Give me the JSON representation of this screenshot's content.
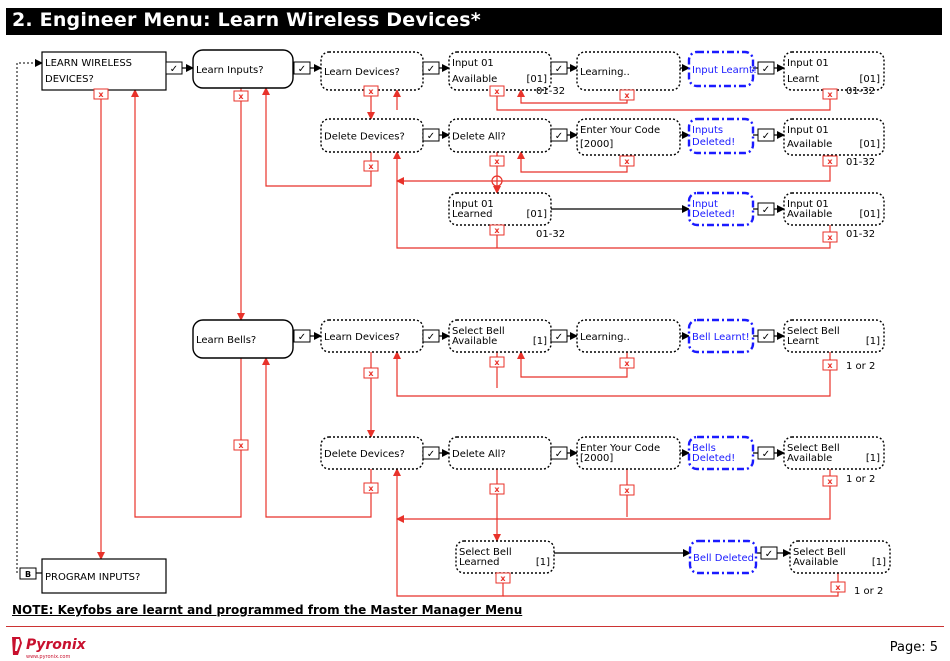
{
  "header": {
    "title": "2. Engineer Menu: Learn Wireless Devices*"
  },
  "note": "NOTE: Keyfobs are learnt and programmed from the Master Manager Menu",
  "footer": {
    "brand": "Pyronix",
    "website": "www.pyronix.com",
    "page_label": "Page: 5"
  },
  "boxes": {
    "learn_wireless": [
      "LEARN WIRELESS",
      "DEVICES?"
    ],
    "learn_inputs": [
      "Learn Inputs?"
    ],
    "learn_devices_in": [
      "Learn Devices?"
    ],
    "input01_avail": [
      "Input 01",
      "Available",
      "[01]"
    ],
    "learning_in": [
      "Learning.."
    ],
    "input_learnt": [
      "Input Learnt!"
    ],
    "input01_learnt": [
      "Input 01",
      "Learnt",
      "[01]"
    ],
    "delete_devices_in": [
      "Delete Devices?"
    ],
    "delete_all_in": [
      "Delete All?"
    ],
    "enter_code_in": [
      "Enter Your Code",
      "[2000]"
    ],
    "inputs_deleted": [
      "Inputs",
      "Deleted!"
    ],
    "input01_avail2": [
      "Input 01",
      "Available",
      "[01]"
    ],
    "input01_learned": [
      "Input 01",
      "Learned",
      "[01]"
    ],
    "input_deleted": [
      "Input",
      "Deleted!"
    ],
    "input01_avail3": [
      "Input 01",
      "Available",
      "[01]"
    ],
    "learn_bells": [
      "Learn Bells?"
    ],
    "learn_devices_b": [
      "Learn Devices?"
    ],
    "select_bell_avail": [
      "Select Bell",
      "Available",
      "[1]"
    ],
    "learning_b": [
      "Learning.."
    ],
    "bell_learnt": [
      "Bell Learnt!"
    ],
    "select_bell_learnt": [
      "Select Bell",
      "Learnt",
      "[1]"
    ],
    "delete_devices_b": [
      "Delete Devices?"
    ],
    "delete_all_b": [
      "Delete All?"
    ],
    "enter_code_b": [
      "Enter Your Code",
      "[2000]"
    ],
    "bells_deleted": [
      "Bells",
      "Deleted!"
    ],
    "select_bell_avail2": [
      "Select Bell",
      "Available",
      "[1]"
    ],
    "select_bell_learned": [
      "Select Bell",
      "Learned",
      "[1]"
    ],
    "bell_deleted": [
      "Bell Deleted"
    ],
    "select_bell_avail3": [
      "Select Bell",
      "Available",
      "[1]"
    ],
    "program_inputs": [
      "PROGRAM INPUTS?"
    ]
  },
  "ranges": {
    "inputs": "01-32",
    "bells": "1 or 2"
  },
  "keys": {
    "ok": "✓",
    "cancel": "x",
    "back": "B"
  },
  "colors": {
    "red": "#e8322a",
    "blue": "#1a1aff",
    "header_bg": "#000000"
  }
}
